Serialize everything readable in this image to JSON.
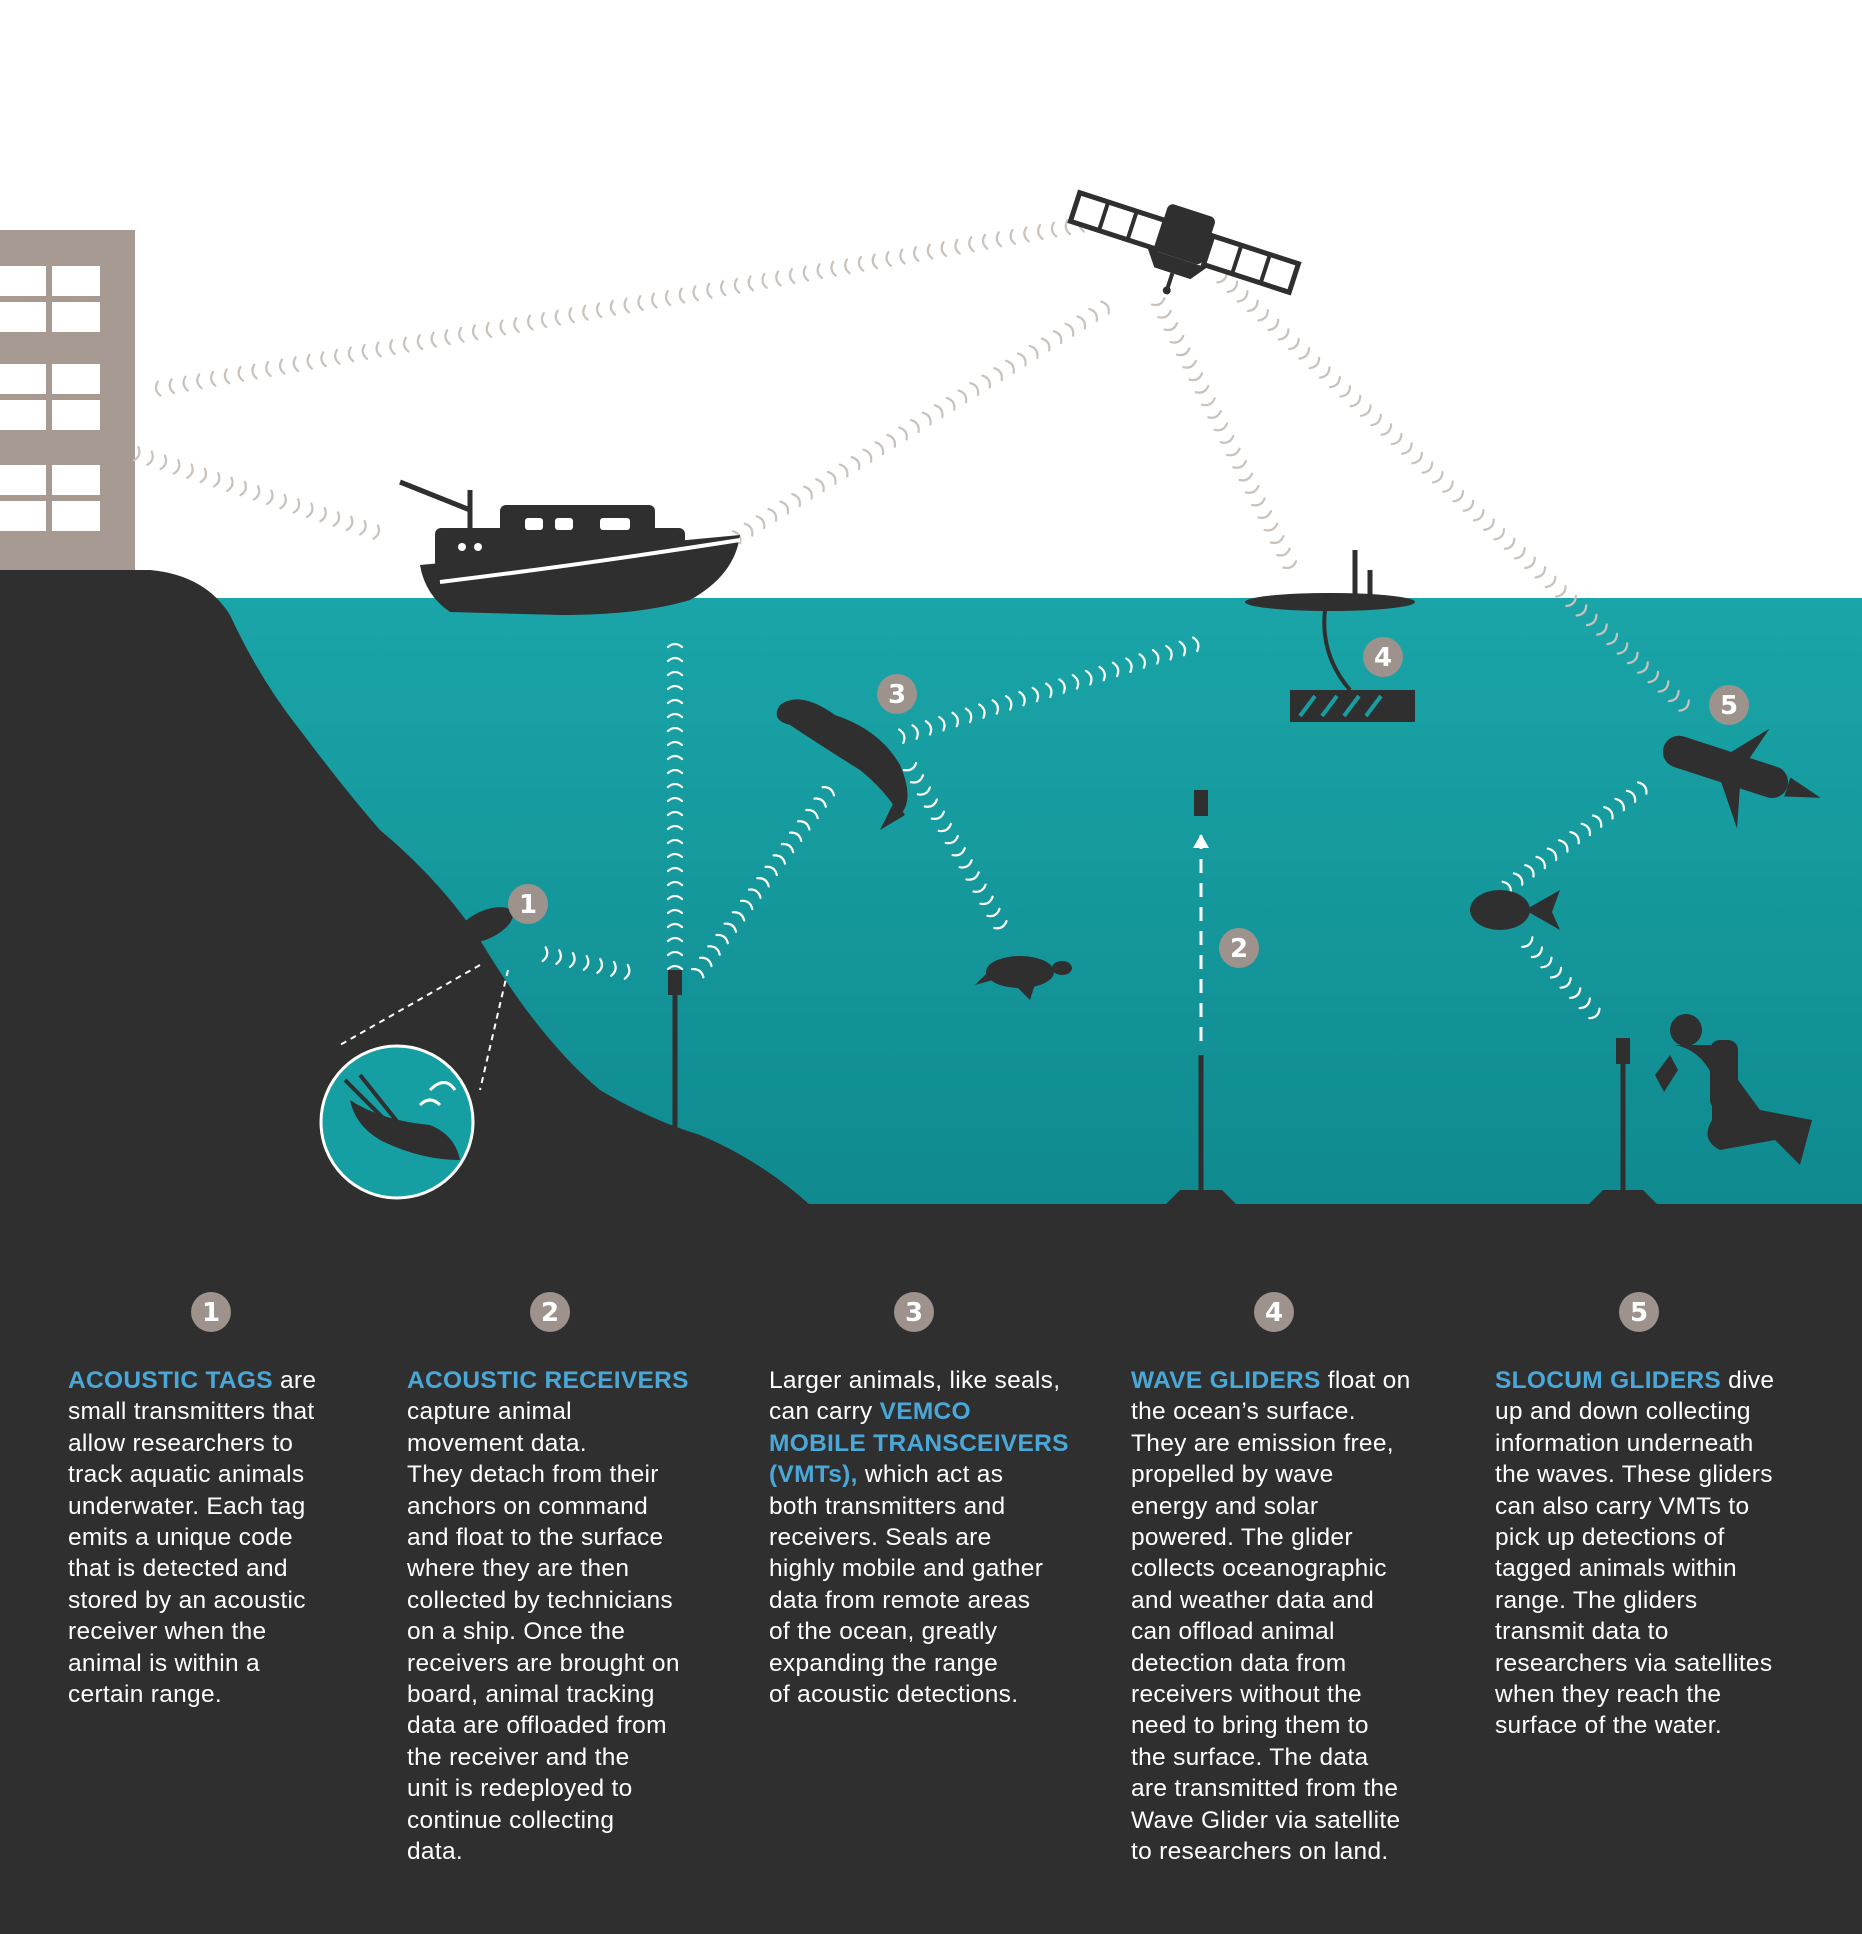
{
  "colors": {
    "ocean": "#159fa3",
    "ocean_deep": "#0f8a8f",
    "land": "#2f2f2f",
    "building": "#a79a92",
    "badge": "#9e928c",
    "highlight": "#4aa8d8",
    "sky": "#ffffff"
  },
  "scene": {
    "markers": [
      "1",
      "2",
      "3",
      "4",
      "5"
    ]
  },
  "columns": [
    {
      "number": "1",
      "highlight": "ACOUSTIC TAGS",
      "text_after": " are\nsmall transmitters that\nallow researchers to\ntrack aquatic animals\nunderwater. Each tag\nemits a unique code\nthat is detected and\nstored by an acoustic\nreceiver when the\nanimal is within a\ncertain range."
    },
    {
      "number": "2",
      "highlight": "ACOUSTIC RECEIVERS",
      "text_after": "\ncapture animal\nmovement data.\nThey detach from their\nanchors on command\nand float to the surface\nwhere they are then\ncollected by technicians\non a ship. Once the\nreceivers are brought on\nboard, animal tracking\ndata are offloaded from\nthe receiver and the\nunit is redeployed to\ncontinue collecting\ndata."
    },
    {
      "number": "3",
      "text_before": "Larger animals, like seals,\ncan carry ",
      "highlight": "VEMCO\nMOBILE TRANSCEIVERS\n(VMTs),",
      "text_after": " which act as\nboth transmitters and\nreceivers. Seals are\nhighly mobile and gather\ndata from remote areas\nof the ocean, greatly\nexpanding the range\nof acoustic detections."
    },
    {
      "number": "4",
      "highlight": "WAVE GLIDERS",
      "text_after": " float on\nthe ocean’s surface.\nThey are emission free,\npropelled by wave\nenergy and solar\npowered. The glider\ncollects oceanographic\nand weather data and\ncan offload animal\ndetection data from\nreceivers without the\nneed to bring them to\nthe surface. The data\nare transmitted from the\nWave Glider via satellite\nto researchers on land."
    },
    {
      "number": "5",
      "highlight": "SLOCUM GLIDERS",
      "text_after": " dive\nup and down collecting\ninformation underneath\nthe waves. These gliders\ncan also carry VMTs to\npick up detections of\ntagged animals within\nrange. The gliders\ntransmit data to\nresearchers via satellites\nwhen they reach the\nsurface of the water."
    }
  ]
}
